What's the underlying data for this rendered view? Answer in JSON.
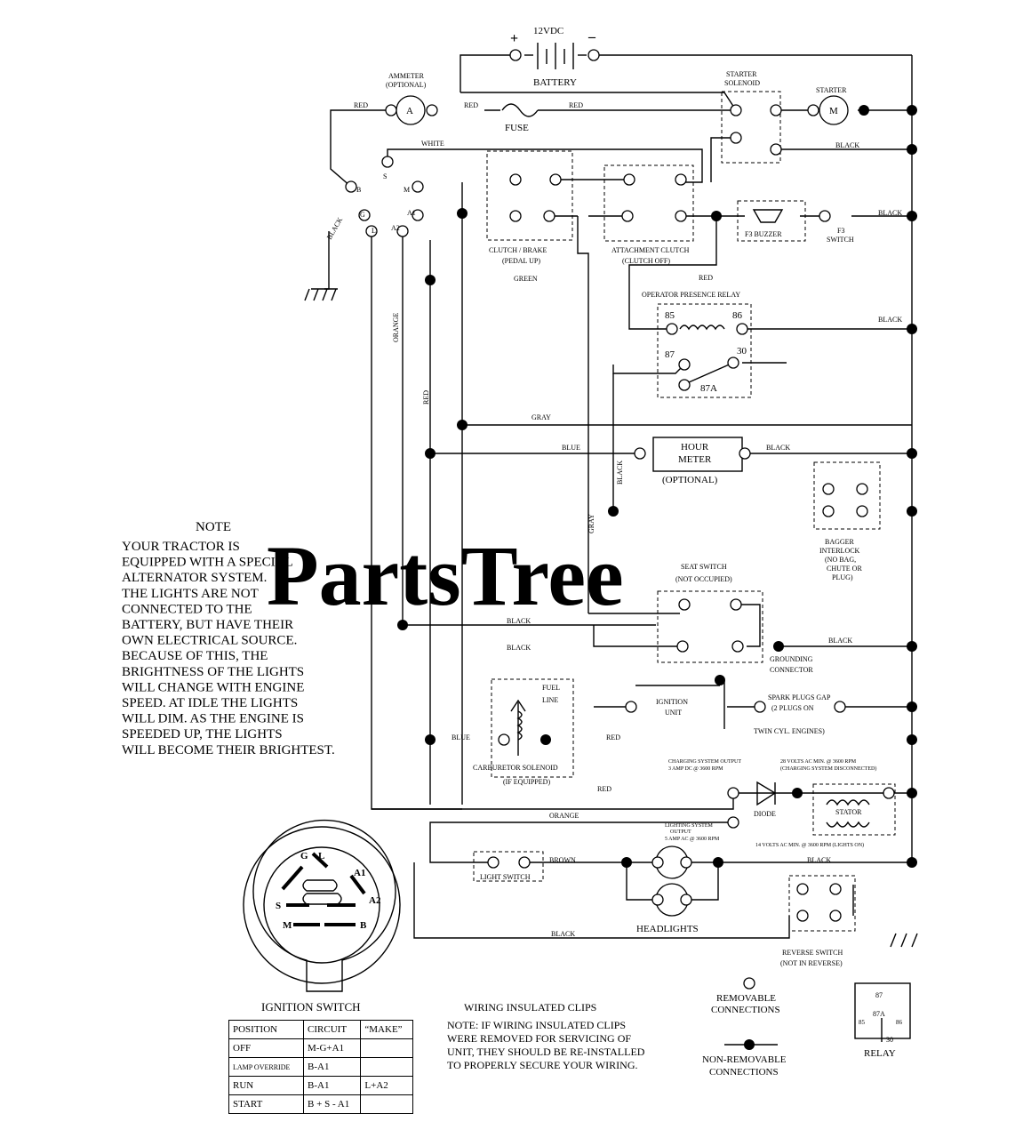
{
  "watermark": "PartsTree",
  "battery": {
    "voltage": "12VDC",
    "plus": "+",
    "minus": "–",
    "label": "BATTERY"
  },
  "ammeter": {
    "label1": "AMMETER",
    "label2": "(OPTIONAL)",
    "symbol": "A"
  },
  "fuse": "FUSE",
  "starter_solenoid": [
    "STARTER",
    "SOLENOID"
  ],
  "starter": {
    "label": "STARTER",
    "symbol": "M"
  },
  "ignition_terminals": [
    "B",
    "S",
    "M",
    "G",
    "L",
    "A2",
    "A1"
  ],
  "clutch_brake": [
    "CLUTCH / BRAKE",
    "(PEDAL UP)"
  ],
  "attachment_clutch": [
    "ATTACHMENT CLUTCH",
    "(CLUTCH OFF)"
  ],
  "buzzer": "F3  BUZZER",
  "f3_switch": [
    "F3",
    "SWITCH"
  ],
  "relay": {
    "title": "OPERATOR PRESENCE RELAY",
    "p85": "85",
    "p86": "86",
    "p87": "87",
    "p30": "30",
    "p87a": "87A"
  },
  "hour_meter": {
    "line1": "HOUR",
    "line2": "METER",
    "opt": "(OPTIONAL)"
  },
  "bagger_interlock": [
    "BAGGER",
    "INTERLOCK",
    "(NO BAG,",
    "CHUTE OR",
    "PLUG)"
  ],
  "seat_switch": [
    "SEAT SWITCH",
    "(NOT OCCUPIED)"
  ],
  "grounding_connector": [
    "GROUNDING",
    "CONNECTOR"
  ],
  "fuel_line": [
    "FUEL",
    "LINE"
  ],
  "carburetor": [
    "CARBURETOR SOLENOID",
    "(IF EQUIPPED)"
  ],
  "ignition_unit": [
    "IGNITION",
    "UNIT"
  ],
  "spark_plugs": [
    "SPARK PLUGS GAP",
    "(2 PLUGS ON",
    "TWIN CYL. ENGINES)"
  ],
  "charging_output": [
    "CHARGING SYSTEM OUTPUT",
    "3 AMP DC @ 3600 RPM"
  ],
  "ac_volts": [
    "28 VOLTS AC MIN. @ 3600 RPM",
    "(CHARGING SYSTEM DISCONNECTED)"
  ],
  "diode": "DIODE",
  "stator": "STATOR",
  "lighting_system": [
    "LIGHTING SYSTEM",
    "OUTPUT",
    "5 AMP AC @ 3600 RPM"
  ],
  "lighting_volts": "14 VOLTS AC MIN. @ 3600 RPM (LIGHTS ON)",
  "light_switch": "LIGHT SWITCH",
  "headlights": "HEADLIGHTS",
  "reverse_switch": [
    "REVERSE SWITCH",
    "(NOT IN REVERSE)"
  ],
  "wire_colors": {
    "red": "RED",
    "white": "WHITE",
    "black": "BLACK",
    "green": "GREEN",
    "orange": "ORANGE",
    "gray": "GRAY",
    "blue": "BLUE",
    "brown": "BROWN"
  },
  "note": {
    "title": "NOTE",
    "lines": [
      "YOUR TRACTOR IS",
      "EQUIPPED WITH A SPECIAL",
      "ALTERNATOR SYSTEM.",
      "THE LIGHTS ARE NOT",
      "CONNECTED TO THE",
      "BATTERY, BUT HAVE THEIR",
      "OWN ELECTRICAL SOURCE.",
      "BECAUSE OF THIS, THE",
      "BRIGHTNESS OF THE LIGHTS",
      "WILL CHANGE WITH ENGINE",
      "SPEED.  AT IDLE THE LIGHTS",
      "WILL DIM.  AS THE ENGINE IS",
      "SPEEDED UP, THE LIGHTS",
      "WILL BECOME THEIR BRIGHTEST."
    ]
  },
  "ignition_switch": {
    "title": "IGNITION SWITCH",
    "face": [
      "G",
      "L",
      "A1",
      "A2",
      "S",
      "B",
      "M"
    ],
    "headers": [
      "POSITION",
      "CIRCUIT",
      "“MAKE”"
    ],
    "rows": [
      {
        "position": "OFF",
        "c1": "M-G+A1",
        "c2": ""
      },
      {
        "position": "LAMP OVERRIDE",
        "c1": "B-A1",
        "c2": ""
      },
      {
        "position": "RUN",
        "c1": "B-A1",
        "c2": "L+A2"
      },
      {
        "position": "START",
        "c1": "B + S - A1",
        "c2": ""
      }
    ]
  },
  "clips_note": {
    "title": "WIRING INSULATED CLIPS",
    "lines": [
      "NOTE:  IF WIRING INSULATED CLIPS",
      "WERE REMOVED FOR SERVICING OF",
      "UNIT, THEY SHOULD BE RE-INSTALLED",
      "TO PROPERLY SECURE YOUR WIRING."
    ]
  },
  "legend": {
    "removable": [
      "REMOVABLE",
      "CONNECTIONS"
    ],
    "non_removable": [
      "NON-REMOVABLE",
      "CONNECTIONS"
    ]
  },
  "relay_legend": {
    "label": "RELAY",
    "p87": "87",
    "p87a": "87A",
    "p85": "85",
    "p86": "86",
    "p30": "30"
  }
}
